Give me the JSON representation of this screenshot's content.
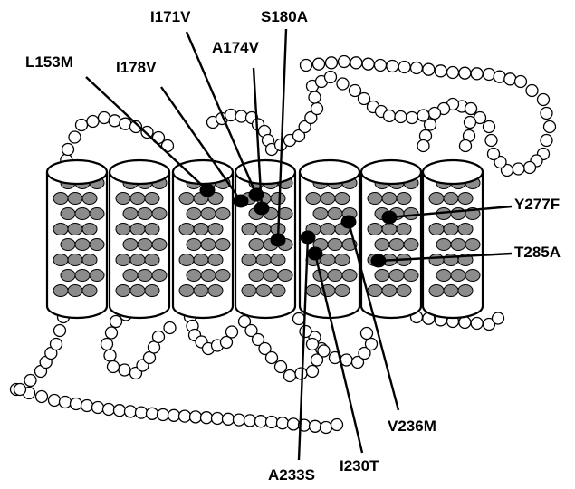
{
  "diagram": {
    "mutations": [
      {
        "id": "L153M",
        "label": "L153M"
      },
      {
        "id": "I178V",
        "label": "I178V"
      },
      {
        "id": "I171V",
        "label": "I171V"
      },
      {
        "id": "A174V",
        "label": "A174V"
      },
      {
        "id": "S180A",
        "label": "S180A"
      },
      {
        "id": "Y277F",
        "label": "Y277F"
      },
      {
        "id": "T285A",
        "label": "T285A"
      },
      {
        "id": "V236M",
        "label": "V236M"
      },
      {
        "id": "I230T",
        "label": "I230T"
      },
      {
        "id": "A233S",
        "label": "A233S"
      }
    ],
    "helix_count": 7,
    "colors": {
      "helix_residue": "#8c8c8c",
      "loop_residue": "#ffffff",
      "mutation_site": "#000000",
      "outline": "#000000"
    }
  }
}
